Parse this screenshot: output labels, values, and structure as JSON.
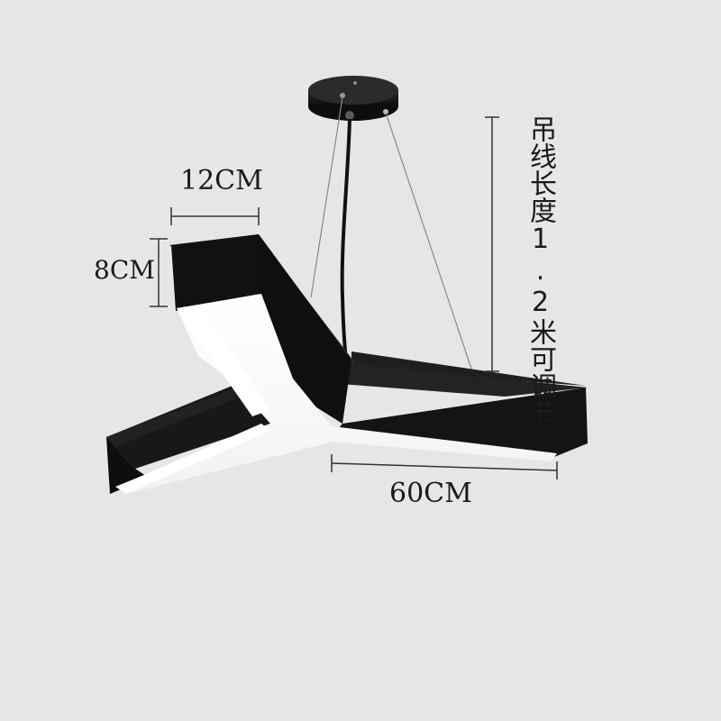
{
  "product": {
    "name": "Y-shaped LED pendant light",
    "colors": {
      "background": "#e6e6e6",
      "housing": "#141414",
      "light_panel": "#ffffff",
      "dimension_line": "#333333"
    }
  },
  "dimensions": {
    "width_label": "12CM",
    "height_label": "8CM",
    "length_label": "60CM",
    "cable_label": "吊线长度1.2米可调节"
  }
}
